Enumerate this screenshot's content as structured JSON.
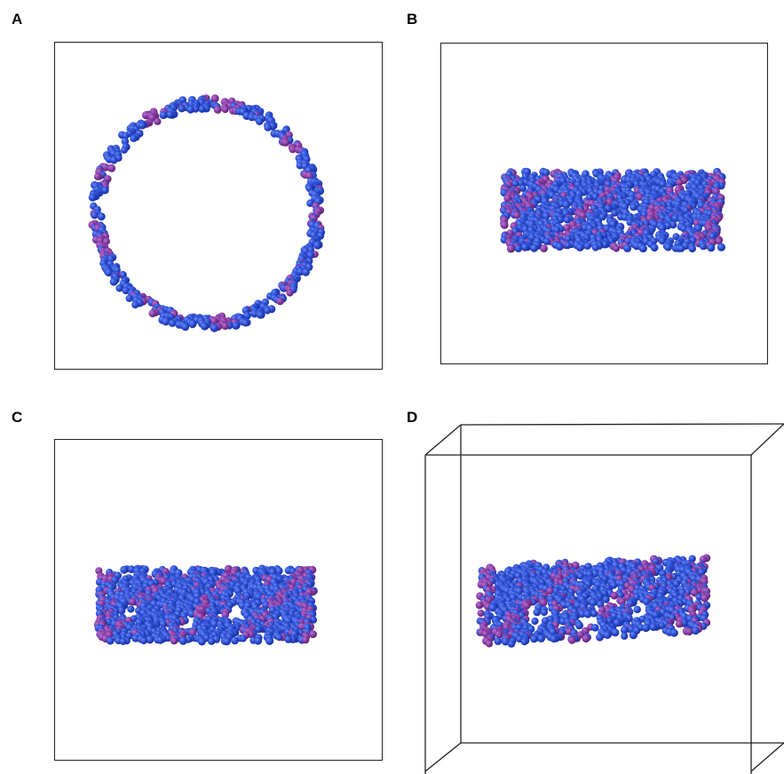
{
  "panels": [
    {
      "label": "A",
      "view": "ring-top"
    },
    {
      "label": "B",
      "view": "cylinder-side"
    },
    {
      "label": "C",
      "view": "cylinder-side"
    },
    {
      "label": "D",
      "view": "cylinder-perspective"
    }
  ],
  "colors": {
    "bead_primary": "#2c4fd6",
    "bead_secondary": "#8a3ea8",
    "box_line": "#222222",
    "background": "#ffffff"
  }
}
